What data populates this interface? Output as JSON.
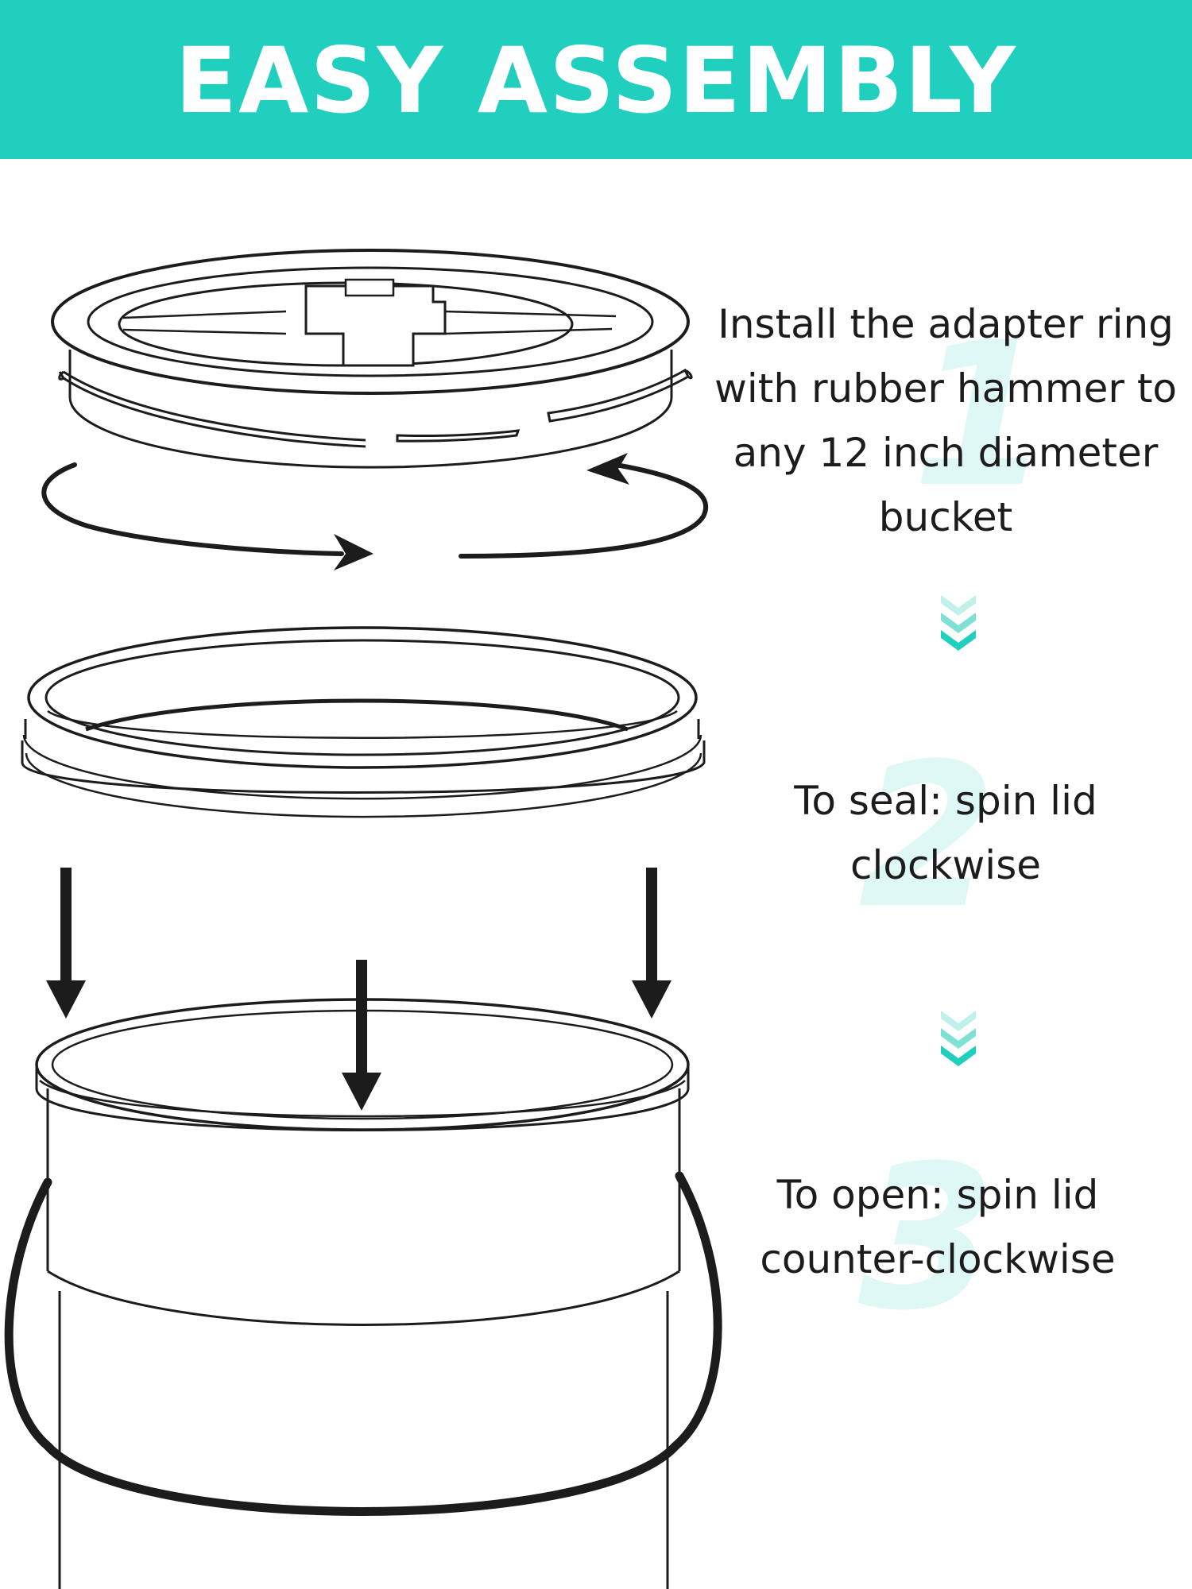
{
  "colors": {
    "accent": "#20cfbe",
    "ink": "#1c1c1c",
    "chevron_light": "#bff0ea",
    "chevron_mid": "#7fe0d4",
    "chevron_dark": "#20cfbe"
  },
  "header": {
    "title": "EASY ASSEMBLY"
  },
  "steps": [
    {
      "number": "1",
      "text": "Install the adapter ring with rubber hammer to any 12 inch diameter bucket"
    },
    {
      "number": "2",
      "text": "To seal: spin lid clockwise"
    },
    {
      "number": "3",
      "text": "To open: spin lid counter-clockwise"
    }
  ],
  "icons": {
    "step_separator": "triple-chevron-down-icon",
    "rotation": "circular-rotate-arrows-icon",
    "down_arrow": "arrow-down-icon"
  }
}
